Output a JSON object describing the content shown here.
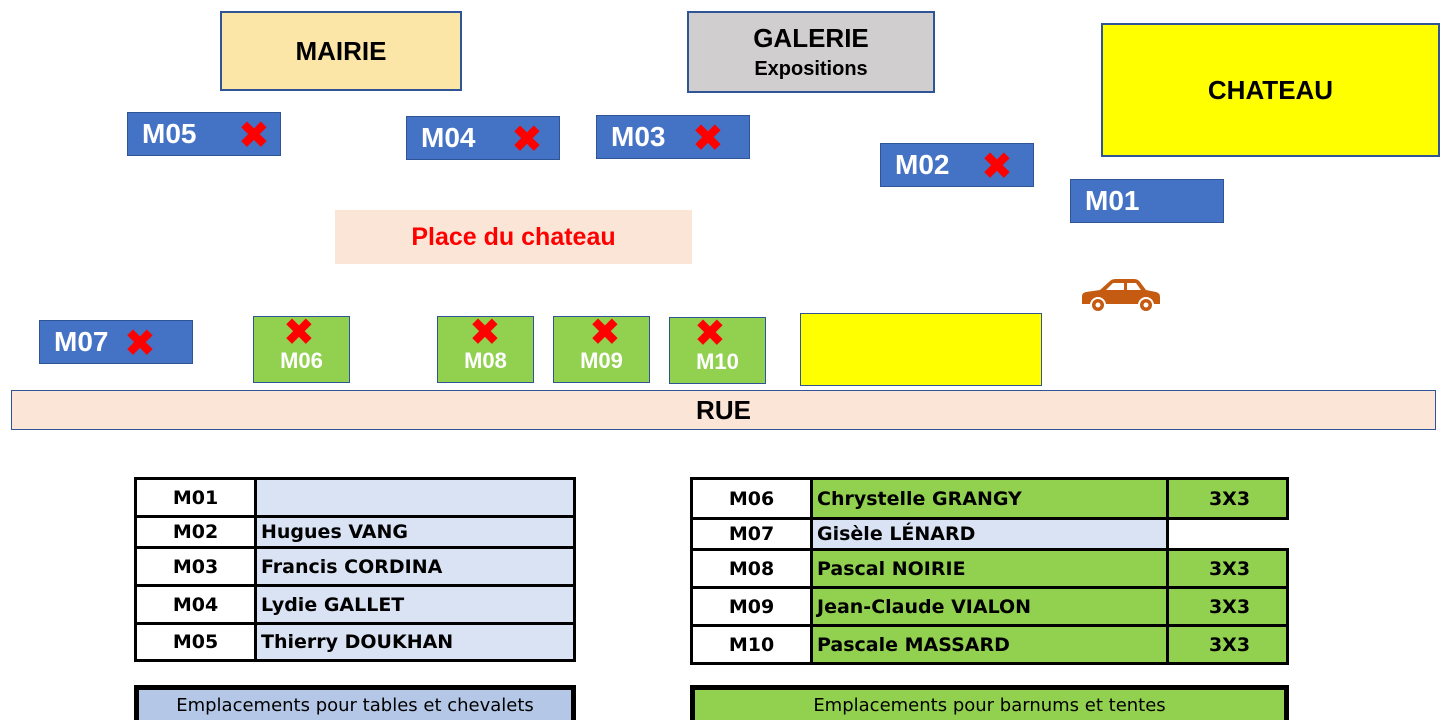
{
  "buildings": {
    "mairie": {
      "label": "MAIRIE"
    },
    "galerie": {
      "label": "GALERIE",
      "sub": "Expositions"
    },
    "chateau": {
      "label": "CHATEAU"
    }
  },
  "place_label": "Place du chateau",
  "street_label": "RUE",
  "spots": {
    "M01": "M01",
    "M02": "M02",
    "M03": "M03",
    "M04": "M04",
    "M05": "M05",
    "M06": "M06",
    "M07": "M07",
    "M08": "M08",
    "M09": "M09",
    "M10": "M10"
  },
  "colors": {
    "blue_spot": "#4472c4",
    "green_spot": "#92d050",
    "yellow_zone": "#ffff00",
    "mairie": "#fbe5a7",
    "galerie": "#d0cece",
    "place": "#fbe5d6",
    "car": "#c55a11",
    "cross": "#ff0000"
  },
  "tables": {
    "blue": [
      {
        "code": "M01",
        "name": ""
      },
      {
        "code": "M02",
        "name": "Hugues VANG"
      },
      {
        "code": "M03",
        "name": "Francis CORDINA"
      },
      {
        "code": "M04",
        "name": "Lydie GALLET"
      },
      {
        "code": "M05",
        "name": "Thierry DOUKHAN"
      }
    ],
    "green": [
      {
        "code": "M06",
        "name": "Chrystelle GRANGY",
        "size": "3X3"
      },
      {
        "code": "M07",
        "name": "Gisèle LÉNARD",
        "size": ""
      },
      {
        "code": "M08",
        "name": "Pascal NOIRIE",
        "size": "3X3"
      },
      {
        "code": "M09",
        "name": "Jean-Claude VIALON",
        "size": "3X3"
      },
      {
        "code": "M10",
        "name": "Pascale MASSARD",
        "size": "3X3"
      }
    ]
  },
  "legend": {
    "blue": "Emplacements pour tables et chevalets",
    "green": "Emplacements pour barnums et tentes"
  },
  "icons": {
    "cross": "cross-icon",
    "car": "car-icon"
  }
}
